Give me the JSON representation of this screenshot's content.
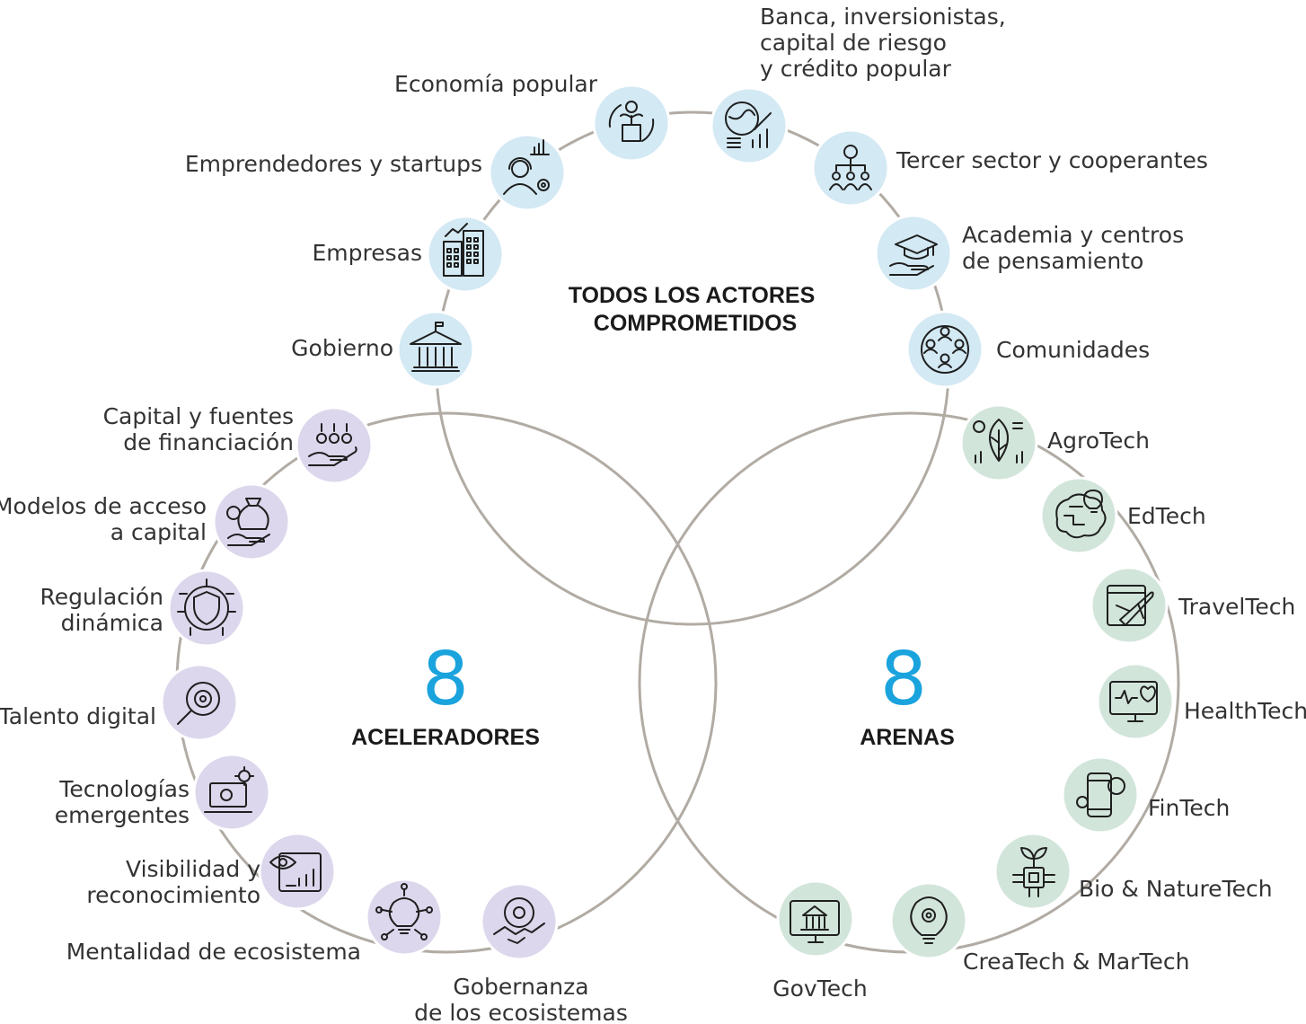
{
  "center": {
    "heading_line1": "TODOS LOS ACTORES",
    "heading_line2": "COMPROMETIDOS"
  },
  "aceleradores": {
    "number": "8",
    "label": "ACELERADORES"
  },
  "arenas": {
    "number": "8",
    "label": "ARENAS"
  },
  "colors": {
    "actors": "#d3e9f4",
    "accelerators": "#dcd7ec",
    "arenas": "#d2e5db",
    "ring": "#b1aba4",
    "number": "#1aa3dd"
  },
  "actors": [
    {
      "icon": "plant-money-cycle-icon",
      "lines": [
        "Economía popular"
      ]
    },
    {
      "icon": "globe-money-growth-icon",
      "lines": [
        "Banca, inversionistas,",
        "capital de riesgo",
        "y crédito popular"
      ]
    },
    {
      "icon": "team-hierarchy-icon",
      "lines": [
        "Tercer sector y cooperantes"
      ]
    },
    {
      "icon": "graduation-cap-hand-icon",
      "lines": [
        "Academia y centros",
        "de pensamiento"
      ]
    },
    {
      "icon": "community-people-icon",
      "lines": [
        "Comunidades"
      ]
    },
    {
      "icon": "government-building-icon",
      "lines": [
        "Gobierno"
      ]
    },
    {
      "icon": "office-buildings-icon",
      "lines": [
        "Empresas"
      ]
    },
    {
      "icon": "entrepreneur-headset-icon",
      "lines": [
        "Emprendedores y startups"
      ]
    }
  ],
  "accelerators": [
    {
      "icon": "hand-coins-icon",
      "lines": [
        "Capital y fuentes",
        "de financiación"
      ]
    },
    {
      "icon": "money-bag-hand-icon",
      "lines": [
        "Modelos de acceso",
        "a capital"
      ]
    },
    {
      "icon": "shield-circuit-icon",
      "lines": [
        "Regulación",
        "dinámica"
      ]
    },
    {
      "icon": "magnifier-target-icon",
      "lines": [
        "Talento digital"
      ]
    },
    {
      "icon": "laptop-gears-icon",
      "lines": [
        "Tecnologías",
        "emergentes"
      ]
    },
    {
      "icon": "eye-dashboard-icon",
      "lines": [
        "Visibilidad y",
        "reconocimiento"
      ]
    },
    {
      "icon": "lightbulb-network-icon",
      "lines": [
        "Mentalidad de ecosistema"
      ]
    },
    {
      "icon": "handshake-gear-icon",
      "lines": [
        "Gobernanza",
        "de los ecosistemas"
      ]
    }
  ],
  "arenas_list": [
    {
      "icon": "leaf-chart-icon",
      "lines": [
        "AgroTech"
      ]
    },
    {
      "icon": "brain-lightbulb-icon",
      "lines": [
        "EdTech"
      ]
    },
    {
      "icon": "airplane-screen-icon",
      "lines": [
        "TravelTech"
      ]
    },
    {
      "icon": "health-monitor-icon",
      "lines": [
        "HealthTech"
      ]
    },
    {
      "icon": "phone-coin-icon",
      "lines": [
        "FinTech"
      ]
    },
    {
      "icon": "chip-plant-icon",
      "lines": [
        "Bio & NatureTech"
      ]
    },
    {
      "icon": "lightbulb-gear-icon",
      "lines": [
        "CreaTech & MarTech"
      ]
    },
    {
      "icon": "government-monitor-icon",
      "lines": [
        "GovTech"
      ]
    }
  ]
}
